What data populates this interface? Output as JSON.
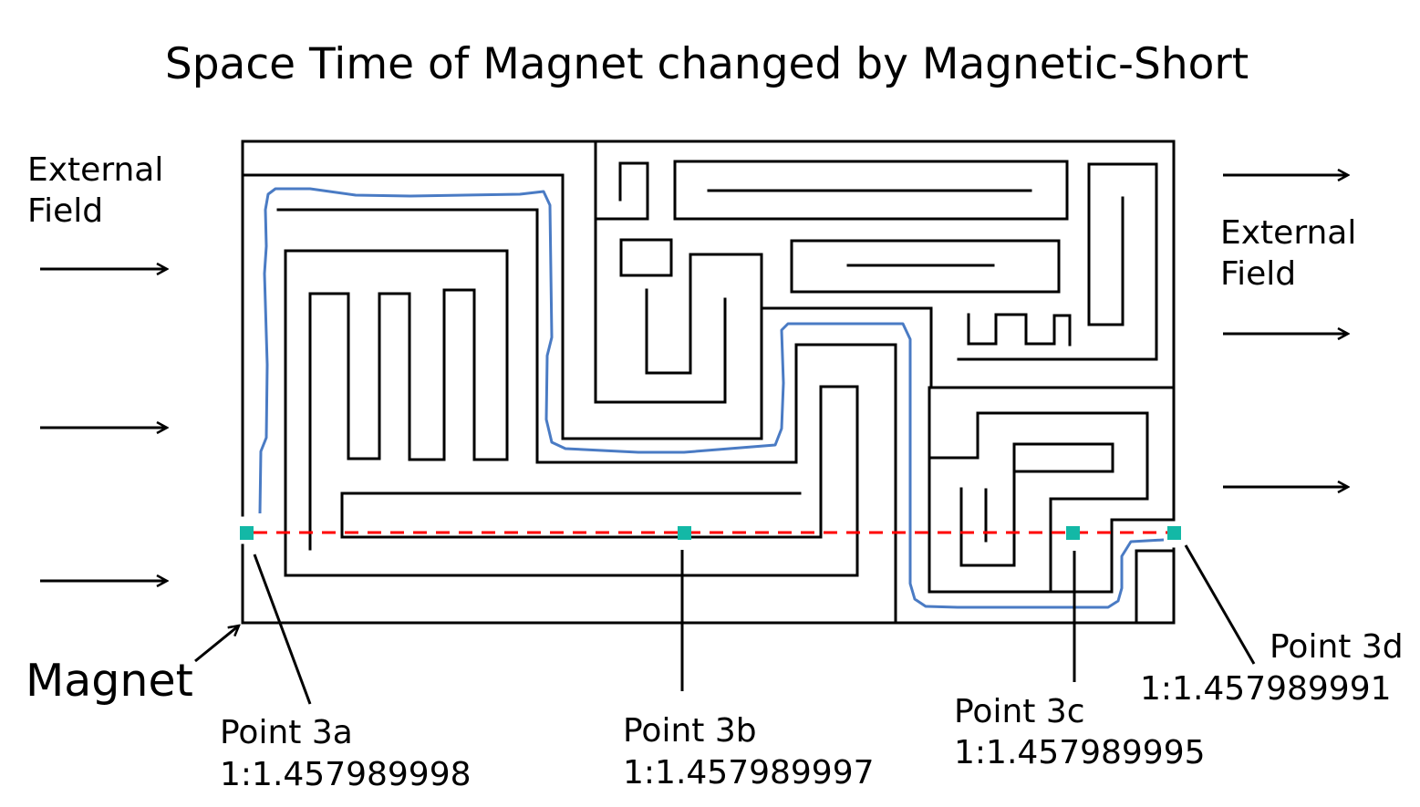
{
  "title": "Space Time of Magnet changed by Magnetic-Short",
  "external_field_left": {
    "line1": "External",
    "line2": "Field"
  },
  "external_field_right": {
    "line1": "External",
    "line2": "Field"
  },
  "magnet_label": "Magnet",
  "points": [
    {
      "name": "Point 3a",
      "value": "1:1.457989998"
    },
    {
      "name": "Point 3b",
      "value": "1:1.457989997"
    },
    {
      "name": "Point 3c",
      "value": "1:1.457989995"
    },
    {
      "name": "Point 3d",
      "value": "1:1.457989991"
    }
  ],
  "colors": {
    "maze": "#000000",
    "path": "#4a7bc4",
    "reference_line": "#ff0000",
    "point_marker": "#13b8a6"
  }
}
